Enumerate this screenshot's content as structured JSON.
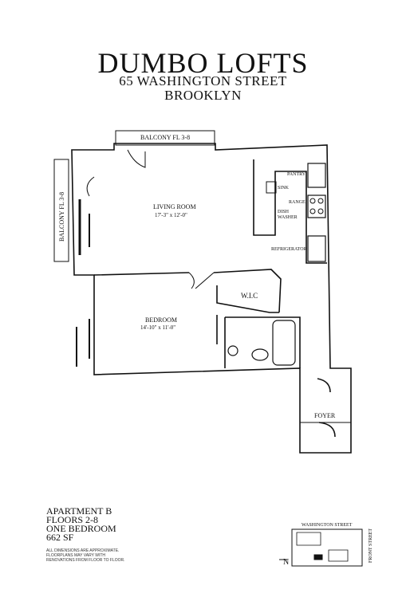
{
  "header": {
    "name": "DUMBO LOFTS",
    "address": "65 WASHINGTON STREET",
    "city": "BROOKLYN"
  },
  "plan": {
    "balcony_top": "BALCONY FL 3-8",
    "balcony_left": "BALCONY FL 3-8",
    "living_room": "LIVING ROOM",
    "living_room_size": "17'-3\" x 12'-0\"",
    "bedroom": "BEDROOM",
    "bedroom_size": "14'-10\" x 11'-0\"",
    "wic": "W.I.C",
    "pantry": "PANTRY",
    "sink": "SINK",
    "range": "RANGE",
    "dishwasher_1": "DISH",
    "dishwasher_2": "WASHER",
    "refrigerator": "REFRIGERATOR",
    "foyer": "FOYER"
  },
  "info": {
    "apartment": "APARTMENT B",
    "floors": "FLOORS 2-8",
    "type": "ONE BEDROOM",
    "area": "662 SF",
    "disclaimer": "ALL DIMENSIONS ARE APPROXIMATE. FLOORPLANS MAY VARY WITH RENOVATIONS FROM FLOOR TO FLOOR."
  },
  "key_plan": {
    "street_top": "WASHINGTON STREET",
    "street_right": "FRONT STREET",
    "north": "N"
  }
}
